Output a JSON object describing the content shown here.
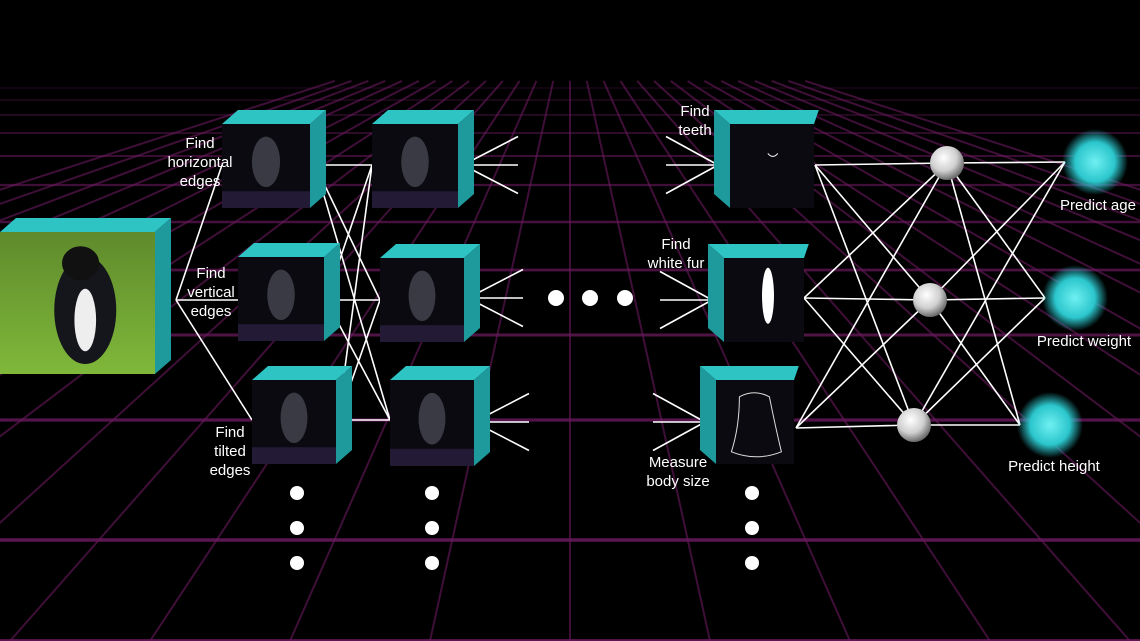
{
  "colors": {
    "grid": "#6a1a5e",
    "cube": "#2ec4c4",
    "output": "#3fd8dc",
    "line": "#ffffff"
  },
  "labels": {
    "horizontal": "Find\nhorizontal\nedges",
    "vertical": "Find\nvertical\nedges",
    "tilted": "Find\ntilted\nedges",
    "teeth": "Find\nteeth",
    "white_fur": "Find\nwhite fur",
    "body_size": "Measure\nbody size",
    "predict_age": "Predict age",
    "predict_weight": "Predict weight",
    "predict_height": "Predict height"
  }
}
